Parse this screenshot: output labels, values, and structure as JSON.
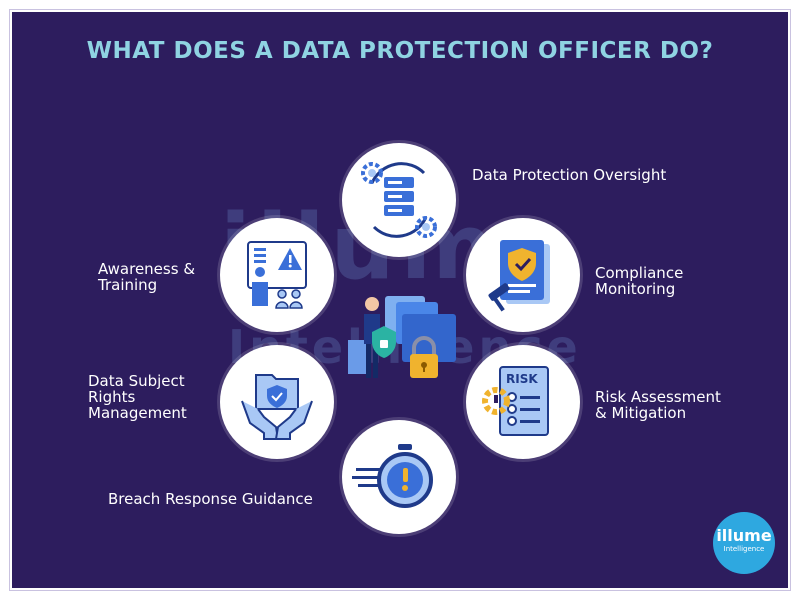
{
  "title": "WHAT DOES A DATA PROTECTION OFFICER DO?",
  "items": [
    {
      "label": "Data Protection Oversight",
      "icon": "database-gears-icon"
    },
    {
      "label": "Compliance\nMonitoring",
      "icon": "compliance-document-icon"
    },
    {
      "label": "Risk Assessment\n& Mitigation",
      "icon": "risk-checklist-icon"
    },
    {
      "label": "Breach Response Guidance",
      "icon": "stopwatch-alert-icon"
    },
    {
      "label": "Data Subject\nRights\nManagement",
      "icon": "hands-folder-shield-icon"
    },
    {
      "label": "Awareness &\nTraining",
      "icon": "training-presentation-icon"
    }
  ],
  "watermark": {
    "line1": "illume",
    "line2": "Intelligence"
  },
  "logo": {
    "line1": "illume",
    "line2": "Intelligence"
  },
  "colors": {
    "background": "#2d1d5e",
    "title": "#8fd3e2",
    "icon_blue": "#3a6fd8",
    "icon_light": "#a9c8f5",
    "logo": "#2ea8e0"
  }
}
